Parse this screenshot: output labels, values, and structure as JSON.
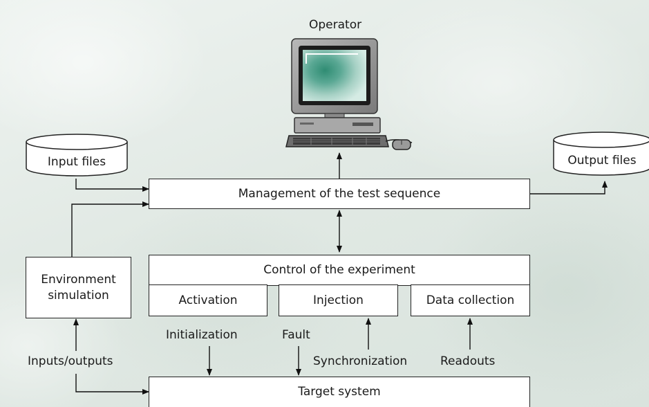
{
  "operator_label": "Operator",
  "input_files_label": "Input files",
  "output_files_label": "Output files",
  "management_label": "Management of the test sequence",
  "environment_label_line1": "Environment",
  "environment_label_line2": "simulation",
  "control_label": "Control of the experiment",
  "activation_label": "Activation",
  "injection_label": "Injection",
  "data_collection_label": "Data collection",
  "initialization_label": "Initialization",
  "fault_label": "Fault",
  "synchronization_label": "Synchronization",
  "readouts_label": "Readouts",
  "inputs_outputs_label": "Inputs/outputs",
  "target_system_label": "Target system",
  "icons": {
    "computer": "operator-computer-icon"
  }
}
